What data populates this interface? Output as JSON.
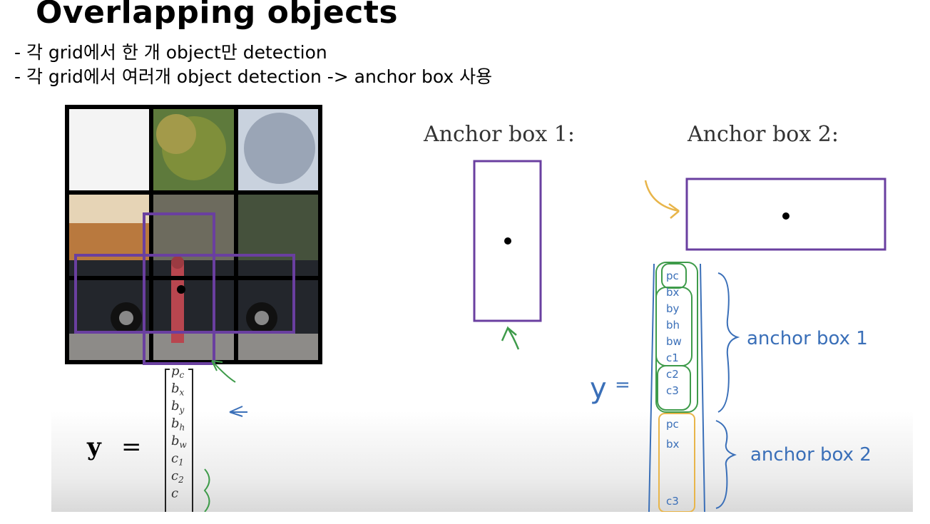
{
  "title": "Overlapping objects",
  "bullets": [
    "- 각 grid에서 한 개 object만 detection",
    "- 각 grid에서 여러개 object detection -> anchor box 사용"
  ],
  "anchor_box_1_label": "Anchor box 1:",
  "anchor_box_2_label": "Anchor box 2:",
  "single_vector": {
    "lhs": "y",
    "equals": "=",
    "entries": [
      "p",
      "b",
      "b",
      "b",
      "b",
      "c",
      "c",
      "c"
    ],
    "subscripts": [
      "c",
      "x",
      "y",
      "h",
      "w",
      "1",
      "2",
      ""
    ]
  },
  "stacked_vector": {
    "lhs": "y",
    "equals": "=",
    "group1": [
      "pc",
      "bx",
      "by",
      "bh",
      "bw",
      "c1",
      "c2",
      "c3"
    ],
    "group2": [
      "pc",
      "bx",
      "c3"
    ],
    "group1_label": "anchor box 1",
    "group2_label": "anchor box 2"
  },
  "colors": {
    "purple": "#6a3fa0",
    "green": "#3e9b4a",
    "blue": "#3a6fb8",
    "orange": "#e8b54a",
    "grid": "#000000"
  }
}
